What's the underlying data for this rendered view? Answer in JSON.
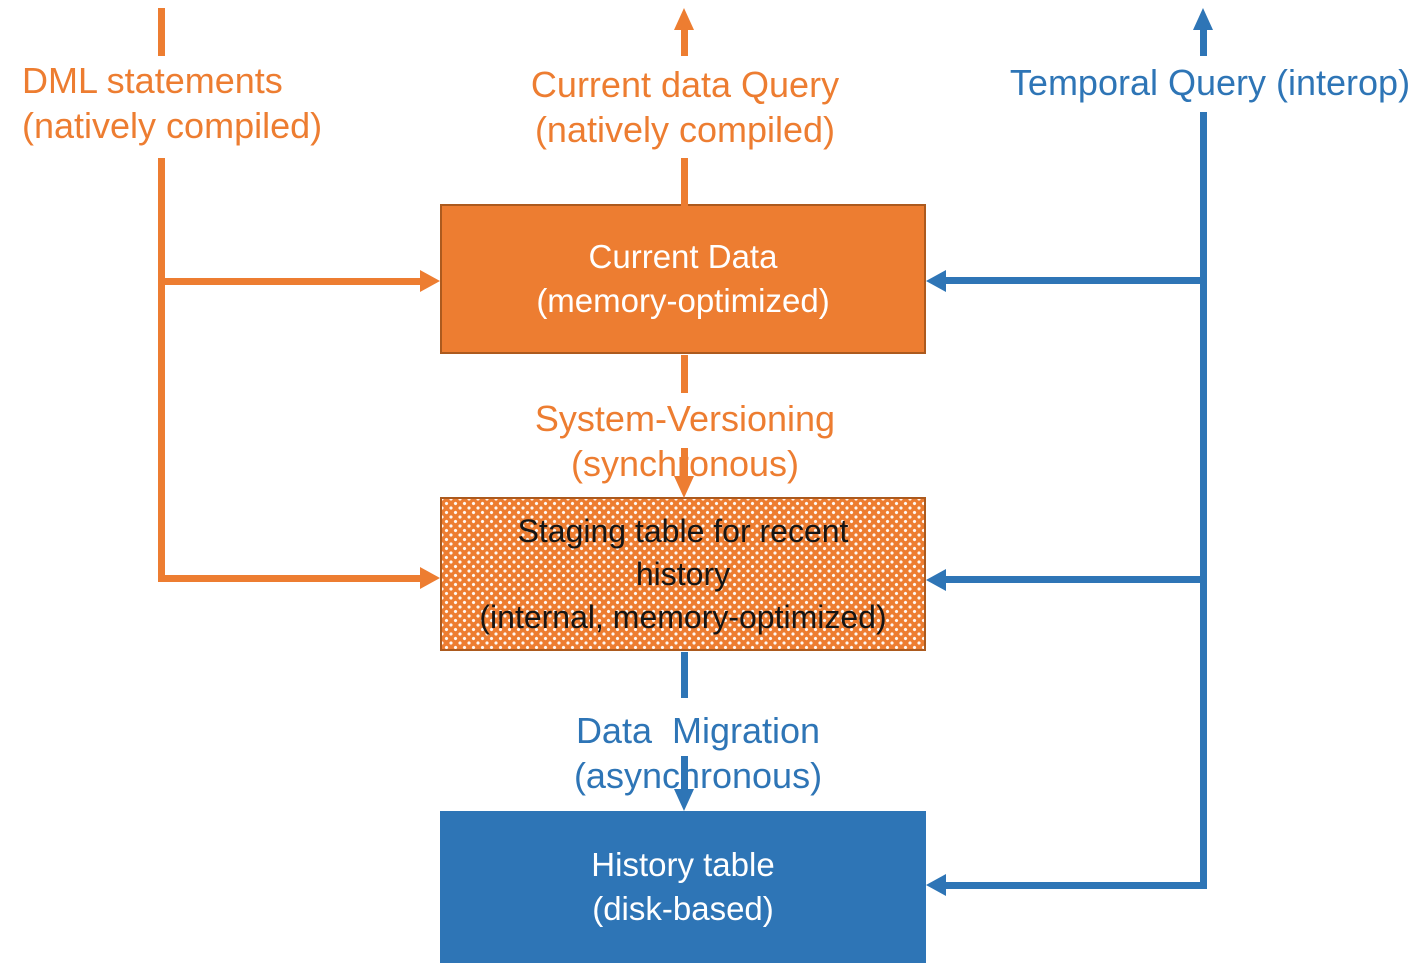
{
  "colors": {
    "orange": "#ED7D31",
    "orange_border": "#AC5A1E",
    "blue": "#2E75B6",
    "white_text": "#FFFFFF",
    "staging_text": "#151515"
  },
  "labels": {
    "dml": {
      "line1": "DML statements",
      "line2": "(natively compiled)"
    },
    "current_query": {
      "line1": "Current data Query",
      "line2": "(natively compiled)"
    },
    "temporal_query": "Temporal Query (interop)",
    "system_versioning": "System-Versioning (synchronous)",
    "data_migration": "Data  Migration (asynchronous)"
  },
  "nodes": {
    "current_data": {
      "line1": "Current Data",
      "line2": "(memory-optimized)"
    },
    "staging": {
      "line1": "Staging table for recent",
      "line2": "history",
      "line3": "(internal, memory-optimized)"
    },
    "history": {
      "line1": "History table",
      "line2": "(disk-based)"
    }
  }
}
